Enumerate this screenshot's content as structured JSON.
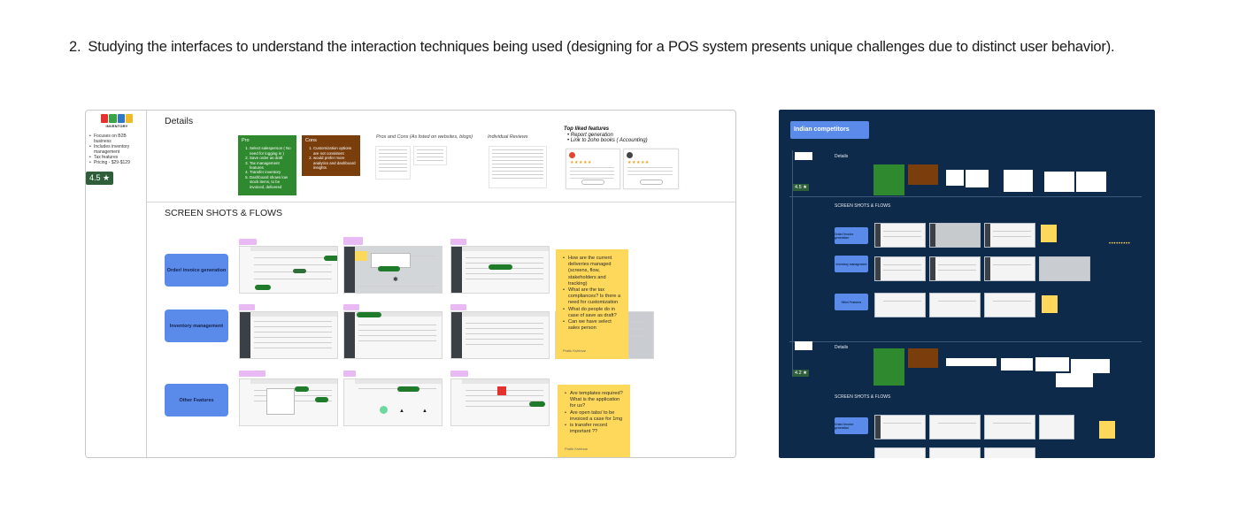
{
  "heading": {
    "number": "2.",
    "text": "Studying the interfaces to understand the interaction techniques being used (designing for a POS system presents unique challenges due to distinct user behavior)."
  },
  "left_board": {
    "logo_sub": "INVENTORY",
    "sidebar_bullets": [
      "Focuses on B2B business",
      "Includes inventory management",
      "Tax features",
      "Pricing - $29-$129"
    ],
    "rating": "4.5 ★",
    "details_title": "Details",
    "pros": {
      "title": "Pro",
      "items": [
        "Select salesperson ( No need for logging in )",
        "Save order as draft",
        "Tax management features",
        "Transfer inventory",
        "Dashboard shows low stock items, to be invoiced, delivered"
      ]
    },
    "cons": {
      "title": "Cons",
      "items": [
        "Customization options are not consistent",
        "would prefer more analytics and dashboard insights"
      ]
    },
    "pros_cons_label": "Pros and Cons (As listed on websites, blogs)",
    "individual_reviews_label": "Individual Reviews",
    "top_liked": {
      "title": "Top liked features",
      "items": [
        "Report generation",
        "Link to zoho books ( Accounting)"
      ]
    },
    "screens_title": "SCREEN SHOTS & FLOWS",
    "flows": [
      "Order/ invoice generation",
      "Inventory management",
      "Other Features"
    ],
    "note1": {
      "items": [
        "How are the current deliveries managed (screens, flow, stakeholders and tracking)",
        "What are the tax compliances? Is there a need for customization",
        "What do people do in case of save as draft?",
        "Can we have select sales person"
      ],
      "author": "Pratik Kshirsar"
    },
    "note2": {
      "items": [
        "Are templates required? What is the application for us?",
        "Are open tabs/ to be invoiced a case for 1mg",
        "is transfer record important ??"
      ],
      "author": "Pratik Kshirsar"
    }
  },
  "right_board": {
    "title": "Indian competitors",
    "details1": "Details",
    "screens1": "SCREEN SHOTS & FLOWS",
    "rating1": "4.5 ★",
    "flows1": [
      "Order/ Invoice generation",
      "Inventory management",
      "Other Features"
    ],
    "details2": "Details",
    "screens2": "SCREEN SHOTS & FLOWS",
    "rating2": "4.2 ★",
    "flows2": [
      "Order/ Invoice generation"
    ]
  },
  "colors": {
    "flow_button": "#5b8bea",
    "pros_sticky": "#2f8a2f",
    "cons_sticky": "#7a3d0c",
    "note_yellow": "#fdd85a",
    "right_board_bg": "#0e2a4a",
    "rating_badge": "#2e5e3a"
  }
}
